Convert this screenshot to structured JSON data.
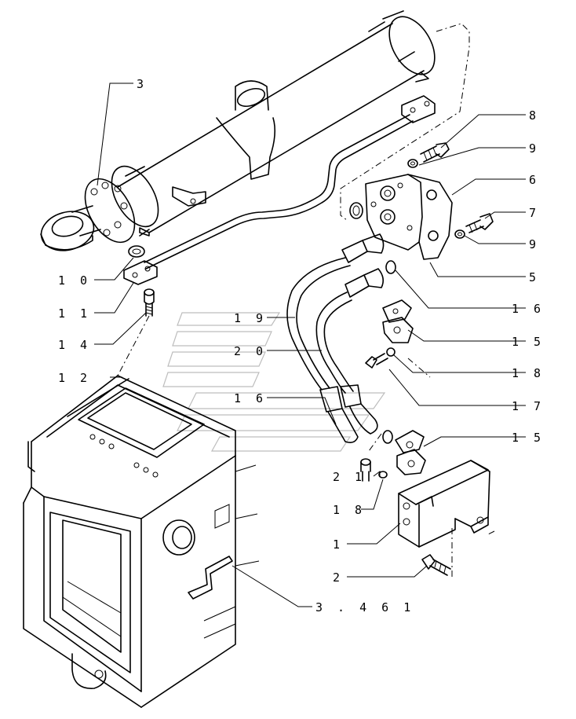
{
  "diagram": {
    "callouts": [
      {
        "id": "c-3",
        "text": "3"
      },
      {
        "id": "c-8",
        "text": "8"
      },
      {
        "id": "c-9a",
        "text": "9"
      },
      {
        "id": "c-6",
        "text": "6"
      },
      {
        "id": "c-7",
        "text": "7"
      },
      {
        "id": "c-9b",
        "text": "9"
      },
      {
        "id": "c-10",
        "text": "1 0"
      },
      {
        "id": "c-5",
        "text": "5"
      },
      {
        "id": "c-11",
        "text": "1 1"
      },
      {
        "id": "c-16a",
        "text": "1 6"
      },
      {
        "id": "c-19",
        "text": "1 9"
      },
      {
        "id": "c-14",
        "text": "1 4"
      },
      {
        "id": "c-15a",
        "text": "1 5"
      },
      {
        "id": "c-20",
        "text": "2 0"
      },
      {
        "id": "c-18a",
        "text": "1 8"
      },
      {
        "id": "c-12",
        "text": "1 2"
      },
      {
        "id": "c-16b",
        "text": "1 6"
      },
      {
        "id": "c-17",
        "text": "1 7"
      },
      {
        "id": "c-15b",
        "text": "1 5"
      },
      {
        "id": "c-21",
        "text": "2 1"
      },
      {
        "id": "c-18b",
        "text": "1 8"
      },
      {
        "id": "c-1",
        "text": "1"
      },
      {
        "id": "c-2",
        "text": "2"
      },
      {
        "id": "c-3461",
        "text": "3 . 4 6 1"
      }
    ]
  }
}
